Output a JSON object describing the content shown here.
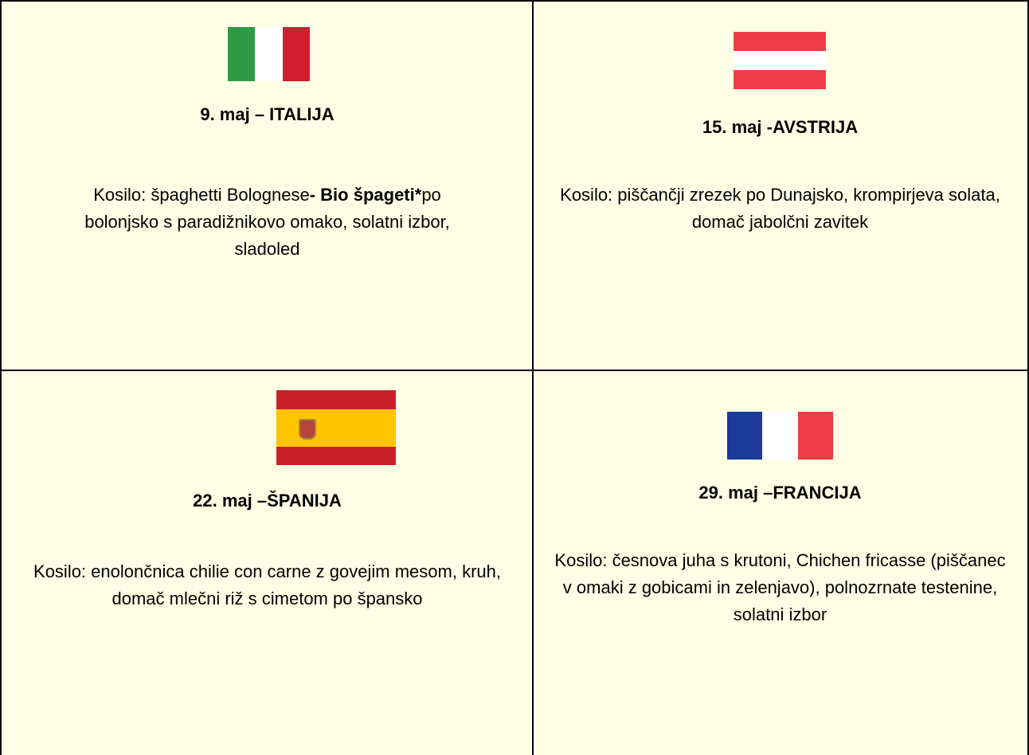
{
  "menu": [
    {
      "date": "9. maj",
      "separator": " – ",
      "country": "ITALIJA",
      "lunch_label": "Kosilo:",
      "lunch_a": " špaghetti Bolognese",
      "lunch_bold": "- Bio špageti*",
      "lunch_b": "po bolonjsko s paradižnikovo omako, solatni izbor, sladoled",
      "flag": {
        "name": "italy-flag-icon",
        "colors": [
          "#2f9a46",
          "#ffffff",
          "#cf1f2e"
        ]
      }
    },
    {
      "date": "15. maj",
      "separator": " -",
      "country": "AVSTRIJA",
      "lunch_label": "Kosilo:",
      "lunch_a": " piščančji zrezek po Dunajsko, krompirjeva solata, domač jabolčni zavitek",
      "flag": {
        "name": "austria-flag-icon",
        "colors": [
          "#ee3b48",
          "#ffffff",
          "#ee3b48"
        ]
      }
    },
    {
      "date": "22. maj",
      "separator": " –",
      "country": "ŠPANIJA",
      "lunch_label": "Kosilo:",
      "lunch_a": " enolončnica chilie con carne z govejim mesom, kruh, domač mlečni riž s cimetom po špansko",
      "flag": {
        "name": "spain-flag-icon",
        "colors": [
          "#c8202b",
          "#ffc400",
          "#c8202b"
        ]
      }
    },
    {
      "date": "29. maj",
      "separator": " –",
      "country": "FRANCIJA",
      "lunch_label": "Kosilo:",
      "lunch_a": " česnova juha s krutoni, Chichen fricasse (piščanec v omaki z gobicami in zelenjavo), polnozrnate testenine, solatni izbor",
      "flag": {
        "name": "france-flag-icon",
        "colors": [
          "#1b3b96",
          "#ffffff",
          "#ee3b48"
        ]
      }
    }
  ],
  "colors": {
    "cell_background": "#ffffe5",
    "border": "#000000"
  }
}
